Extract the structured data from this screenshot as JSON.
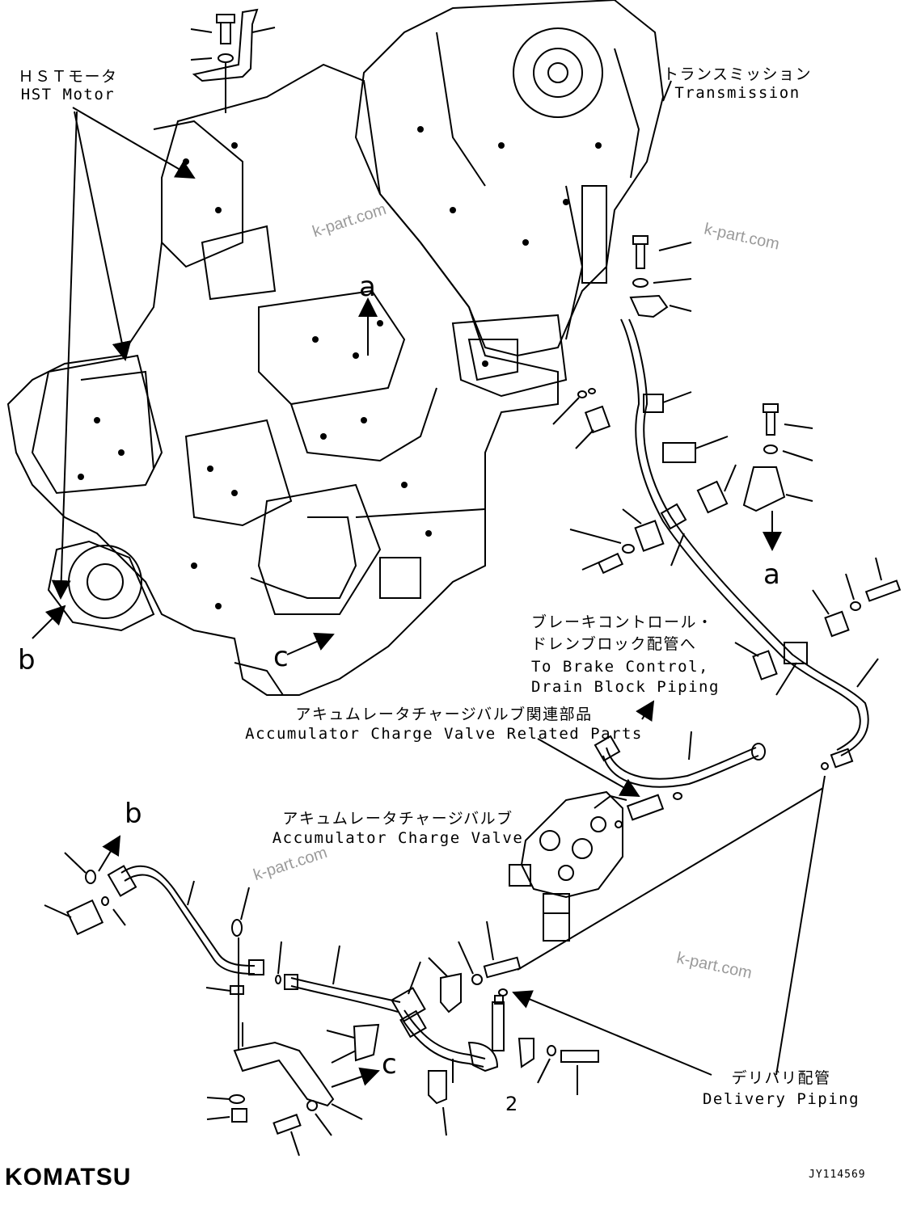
{
  "labels": {
    "hst_motor_jp": "ＨＳＴモータ",
    "hst_motor_en": "HST Motor",
    "transmission_jp": "トランスミッション",
    "transmission_en": "Transmission",
    "brake_jp1": "ブレーキコントロール・",
    "brake_jp2": "ドレンブロック配管へ",
    "brake_en1": "To Brake Control,",
    "brake_en2": "Drain Block Piping",
    "acc_related_jp": "アキュムレータチャージバルブ関連部品",
    "acc_related_en": "Accumulator Charge Valve Related Parts",
    "acc_valve_jp": "アキュムレータチャージバルブ",
    "acc_valve_en": "Accumulator Charge Valve",
    "delivery_jp": "デリバリ配管",
    "delivery_en": "Delivery Piping"
  },
  "refs": {
    "a_top": "a",
    "a_bottom": "a",
    "b_left": "b",
    "b_top": "b",
    "c_engine": "c",
    "c_bottom": "c",
    "qty": "2"
  },
  "watermarks": [
    "k-part.com",
    "k-part.com",
    "k-part.com",
    "k-part.com"
  ],
  "brand": "KOMATSU",
  "drawing_code": "JY114569"
}
